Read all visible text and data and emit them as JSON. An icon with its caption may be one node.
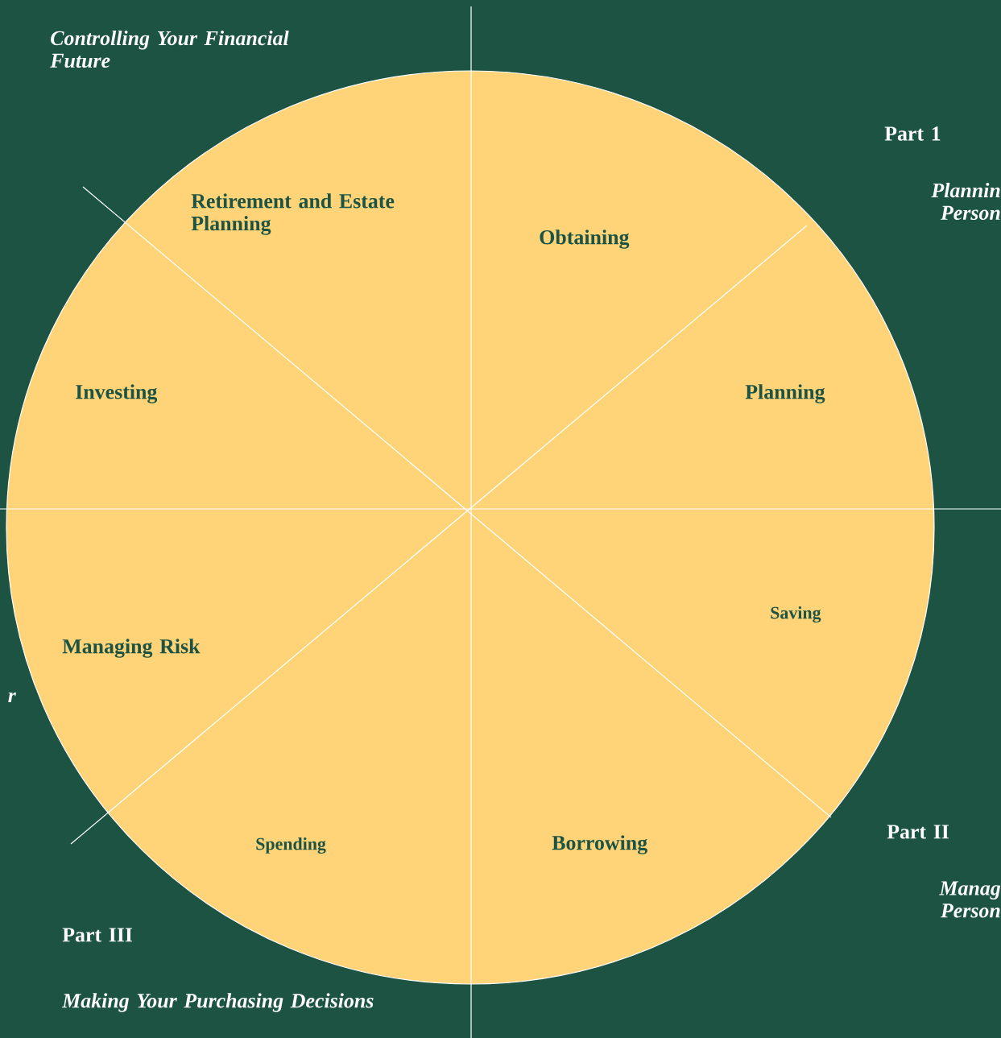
{
  "diagram": {
    "nodes": [
      {
        "text": [
          "Retirement and Estate Planning"
        ]
      },
      {
        "text": [
          "Obtaining"
        ]
      },
      {
        "text": [
          "Investing"
        ]
      },
      {
        "text": [
          "Planning"
        ]
      },
      {
        "text": [
          "Managing Risk"
        ]
      },
      {
        "text": [
          "Saving"
        ]
      },
      {
        "text": [
          "Spending"
        ]
      },
      {
        "text": [
          "Borrowing"
        ]
      }
    ],
    "edges": [],
    "labels": [
      "Controlling Your Financial Future",
      "Part 1",
      "Plannin Person",
      "r",
      "Part II",
      "Manag Person",
      "Part III",
      "Making Your Purchasing Decisions"
    ]
  }
}
